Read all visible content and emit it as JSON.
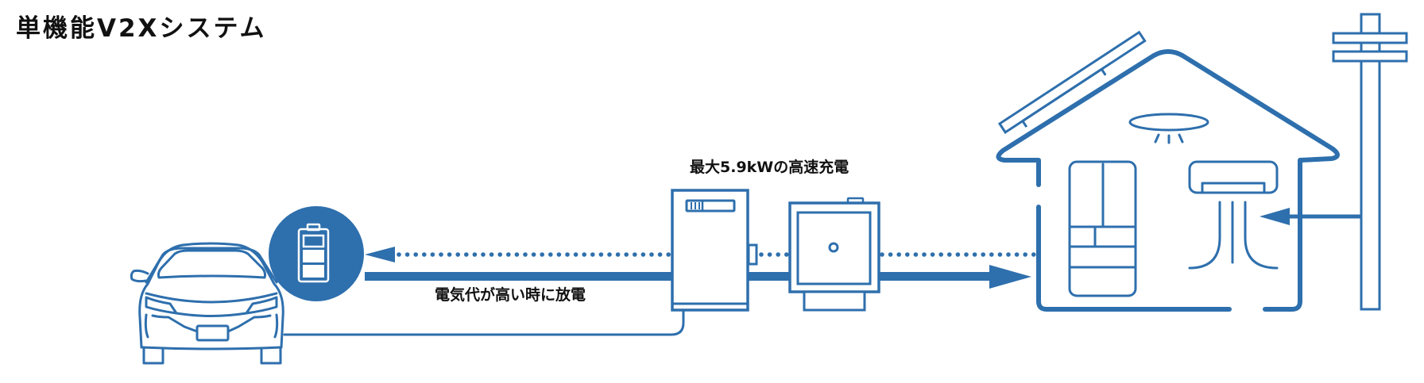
{
  "title": "単機能V2Xシステム",
  "labels": {
    "charge": "最大5.9kWの高速充電",
    "discharge": "電気代が高い時に放電"
  },
  "colors": {
    "accent": "#2e6fad",
    "text": "#111111",
    "background": "#ffffff"
  },
  "components": [
    {
      "id": "ev",
      "name": "電気自動車",
      "icon": "car-icon"
    },
    {
      "id": "battery",
      "name": "バッテリー",
      "icon": "battery-icon",
      "level_cells_filled": 2,
      "level_cells_total": 3
    },
    {
      "id": "v2x",
      "name": "V2X機器",
      "icon": "v2x-unit-icon"
    },
    {
      "id": "panel",
      "name": "分電盤",
      "icon": "distribution-board-icon"
    },
    {
      "id": "house",
      "name": "住宅",
      "icon": "house-icon"
    },
    {
      "id": "solar",
      "name": "太陽光パネル",
      "icon": "solar-panel-icon"
    },
    {
      "id": "grid",
      "name": "電柱",
      "icon": "utility-pole-icon"
    }
  ],
  "flows": [
    {
      "from": "v2x",
      "to": "ev",
      "style": "dotted",
      "meaning": "charge"
    },
    {
      "from": "ev",
      "to": "house",
      "style": "solid",
      "meaning": "discharge"
    },
    {
      "from": "grid",
      "to": "house",
      "style": "solid"
    }
  ]
}
